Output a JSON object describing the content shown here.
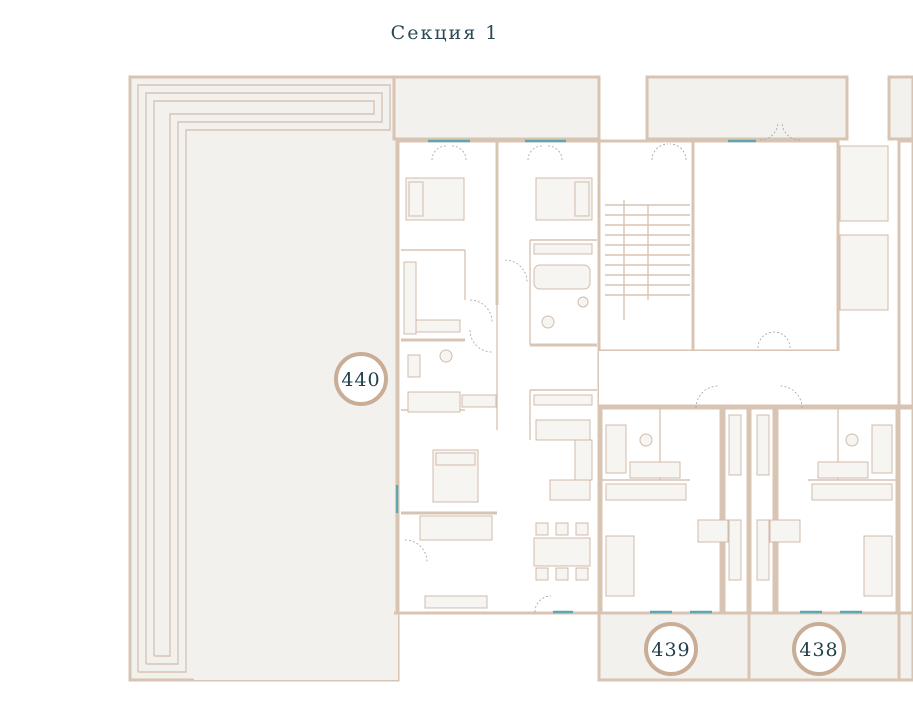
{
  "section": {
    "title": "Секция 1"
  },
  "units": [
    {
      "number": "440"
    },
    {
      "number": "439"
    },
    {
      "number": "438"
    }
  ],
  "colors": {
    "wall": "#d8c4b3",
    "floor": "#f3f1ee",
    "window": "#5fa6ae",
    "unit_text": "#1f3f4a",
    "title_text": "#2b4a57"
  }
}
